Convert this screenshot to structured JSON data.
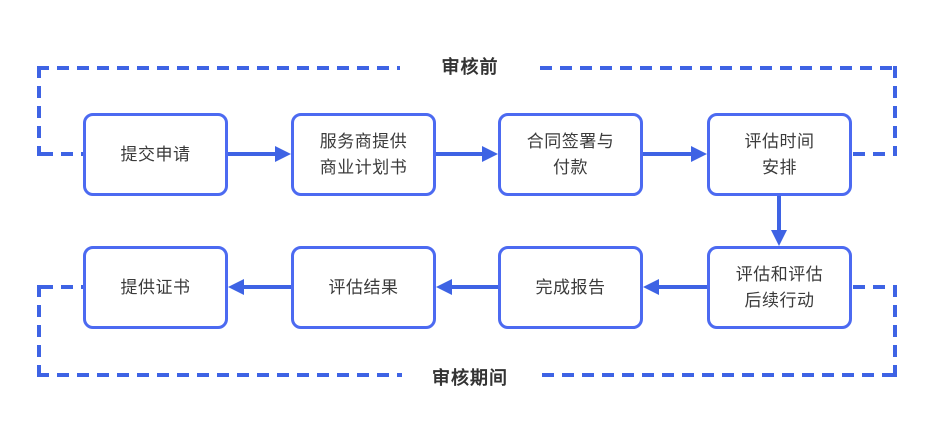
{
  "diagram": {
    "type": "flowchart",
    "phases": {
      "before": {
        "label": "审核前"
      },
      "during": {
        "label": "审核期间"
      }
    },
    "nodes": [
      {
        "id": "submit-application",
        "label": "提交申请"
      },
      {
        "id": "provider-business-plan",
        "label": "服务商提供\n商业计划书"
      },
      {
        "id": "contract-and-payment",
        "label": "合同签署与\n付款"
      },
      {
        "id": "assessment-schedule",
        "label": "评估时间\n安排"
      },
      {
        "id": "assessment-followup",
        "label": "评估和评估\n后续行动"
      },
      {
        "id": "complete-report",
        "label": "完成报告"
      },
      {
        "id": "assessment-result",
        "label": "评估结果"
      },
      {
        "id": "provide-certificate",
        "label": "提供证书"
      }
    ],
    "flow_order": [
      "提交申请",
      "服务商提供商业计划书",
      "合同签署与付款",
      "评估时间安排",
      "评估和评估后续行动",
      "完成报告",
      "评估结果",
      "提供证书"
    ],
    "colors": {
      "accent": "#3E63E4",
      "box_border": "#4C6AF1",
      "box_bg": "#FFFFFF",
      "text": "#3B3B3B",
      "phase_label": "#333333",
      "background": "#FFFFFF"
    }
  }
}
